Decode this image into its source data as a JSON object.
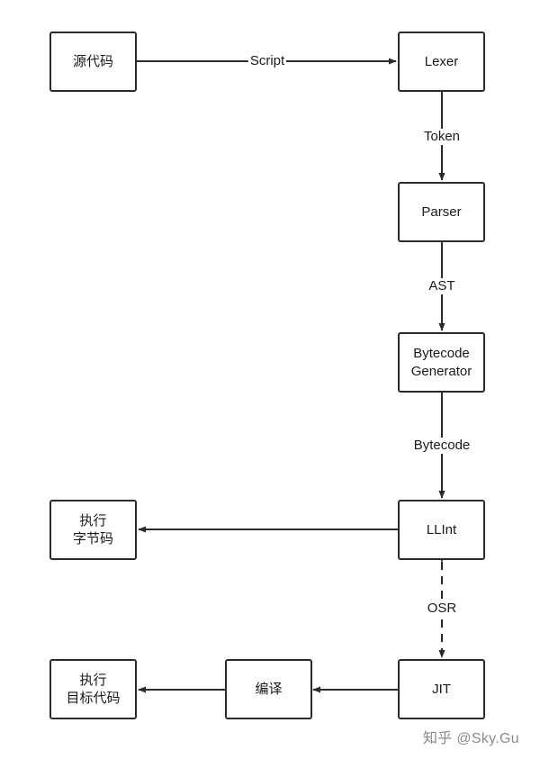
{
  "nodes": {
    "source": "源代码",
    "lexer": "Lexer",
    "parser": "Parser",
    "bytecode_generator": "Bytecode\nGenerator",
    "llint": "LLInt",
    "exec_bytecode": "执行\n字节码",
    "jit": "JIT",
    "compile": "编译",
    "exec_target": "执行\n目标代码"
  },
  "edges": {
    "script": "Script",
    "token": "Token",
    "ast": "AST",
    "bytecode": "Bytecode",
    "osr": "OSR"
  },
  "watermark": "知乎 @Sky.Gu",
  "colors": {
    "stroke": "#2b2b2b",
    "watermark": "#8a8a8a"
  }
}
